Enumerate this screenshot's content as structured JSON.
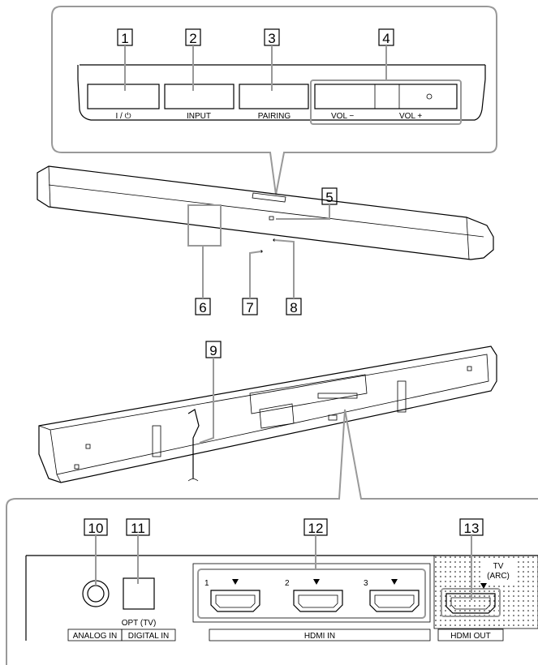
{
  "callouts": [
    "1",
    "2",
    "3",
    "4",
    "5",
    "6",
    "7",
    "8",
    "9",
    "10",
    "11",
    "12",
    "13"
  ],
  "top_panel": {
    "power_label": "I / ⏻",
    "input_label": "INPUT",
    "pairing_label": "PAIRING",
    "vol_minus_label": "VOL  −",
    "vol_plus_label": "VOL  +"
  },
  "rear_panel": {
    "analog_in": "ANALOG IN",
    "opt_tv": "OPT (TV)",
    "digital_in": "DIGITAL IN",
    "hdmi_in": "HDMI IN",
    "hdmi_out": "HDMI OUT",
    "tv": "TV",
    "arc": "(ARC)",
    "hdmi_port_numbers": [
      "1",
      "2",
      "3"
    ]
  }
}
